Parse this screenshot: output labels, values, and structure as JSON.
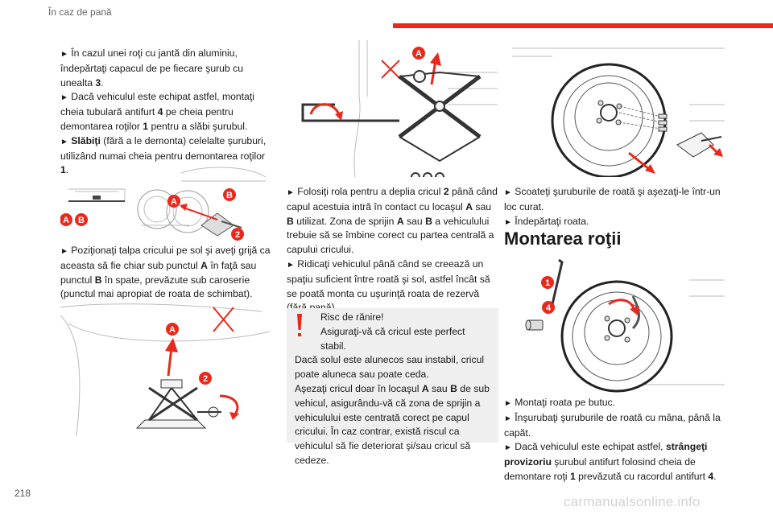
{
  "header": {
    "section_title": "În caz de pană"
  },
  "page_number": "218",
  "watermark": "carmanualsonline.info",
  "colors": {
    "accent": "#e8291c",
    "warning_bg": "#efefef"
  },
  "col1": {
    "p1": [
      "În cazul unei roţi cu jantă din aluminiu, îndepărtaţi capacul de pe fiecare şurub cu unealta ",
      "3",
      "."
    ],
    "p2": [
      "Dacă vehiculul este echipat astfel, montaţi cheia tubulară antifurt ",
      "4",
      " pe cheia pentru demontarea roţilor ",
      "1",
      " pentru a slăbi şurubul."
    ],
    "p3": [
      "Slăbiţi",
      " (fără a le demonta) celelalte şuruburi, utilizând numai cheia pentru demontarea roţilor ",
      "1",
      "."
    ],
    "p4": [
      "Poziţionaţi talpa cricului pe sol şi aveţi grijă ca aceasta să fie chiar sub punctul ",
      "A",
      " în faţă sau punctul ",
      "B",
      " în spate, prevăzute sub caroserie (punctul mai apropiat de roata de schimbat)."
    ]
  },
  "col2": {
    "p1": [
      "Folosiţi rola pentru a deplia cricul ",
      "2",
      " până când capul acestuia intră în contact cu locaşul ",
      "A",
      " sau ",
      "B",
      " utilizat. Zona de sprijin ",
      "A",
      " sau ",
      "B",
      " a vehiculului trebuie să se îmbine corect cu partea centrală a capului cricului."
    ],
    "p2": "Ridicaţi vehiculul până când se creează un spaţiu suficient între roată şi sol, astfel încât să se poată monta cu uşurinţă roata de rezervă (fără pană).",
    "warning": {
      "title": "Risc de rănire!",
      "line2": "Asiguraţi-vă că cricul este perfect stabil.",
      "body1": "Dacă solul este alunecos sau instabil, cricul poate aluneca sau poate ceda.",
      "body2": [
        "Aşezaţi cricul doar în locaşul ",
        "A",
        " sau ",
        "B",
        " de sub vehicul, asigurându-vă că zona de sprijin a vehiculului este centrată corect pe capul cricului. În caz contrar, există riscul ca vehiculul să fie deteriorat şi/sau cricul să cedeze."
      ]
    }
  },
  "col3": {
    "p1": "Scoateţi şuruburile de roată şi aşezaţi-le într-un loc curat.",
    "p2": "Îndepărtaţi roata.",
    "heading": "Montarea roţii",
    "p3": "Montaţi roata pe butuc.",
    "p4": "Înşurubaţi şuruburile de roată cu mâna, până la capăt.",
    "p5": [
      "Dacă vehiculul este echipat astfel, ",
      "strângeţi provizoriu",
      " şurubul antifurt folosind cheia de demontare roţi ",
      "1",
      " prevăzută cu racordul antifurt ",
      "4",
      "."
    ]
  },
  "figure_labels": {
    "a": "A",
    "b": "B",
    "n1": "1",
    "n2": "2",
    "n4": "4"
  },
  "bullet": "►",
  "warning_icon": "exclamation-icon"
}
